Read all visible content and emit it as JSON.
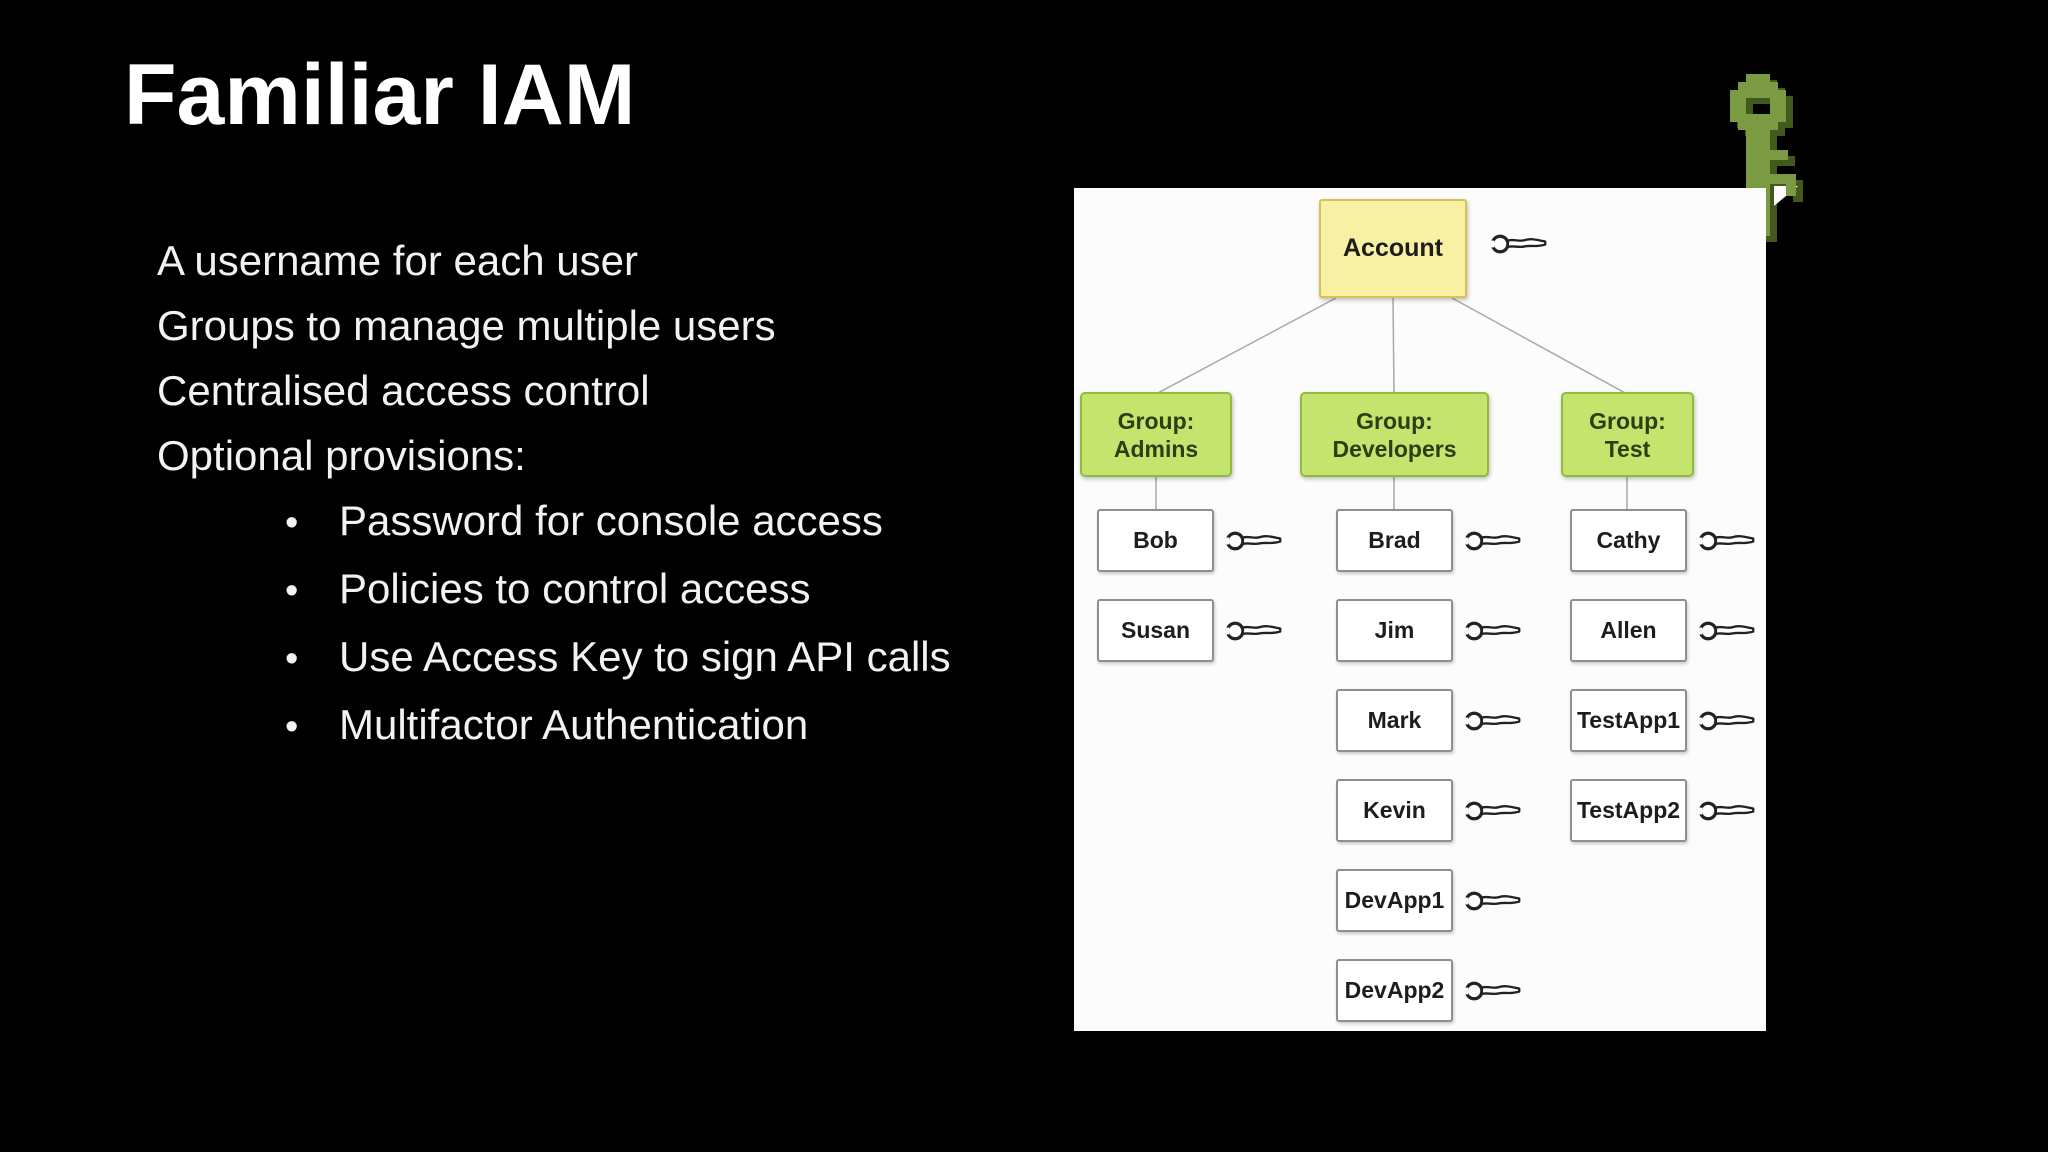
{
  "title": "Familiar IAM",
  "bullets": {
    "bullet_char": "•",
    "main": [
      "A username for each user",
      "Groups to manage multiple users",
      "Centralised access control",
      "Optional provisions:"
    ],
    "sub": [
      "Password for console access",
      "Policies to control access",
      "Use Access Key to sign API calls",
      "Multifactor Authentication"
    ]
  },
  "logo": {
    "name": "iam-pixel-key",
    "light_color": "#7a9b41",
    "dark_color": "#42591e"
  },
  "diagram": {
    "account": "Account",
    "groups": [
      {
        "line1": "Group:",
        "line2": "Admins"
      },
      {
        "line1": "Group:",
        "line2": "Developers"
      },
      {
        "line1": "Group:",
        "line2": "Test"
      }
    ],
    "columns": [
      {
        "members": [
          "Bob",
          "Susan"
        ]
      },
      {
        "members": [
          "Brad",
          "Jim",
          "Mark",
          "Kevin",
          "DevApp1",
          "DevApp2"
        ]
      },
      {
        "members": [
          "Cathy",
          "Allen",
          "TestApp1",
          "TestApp2"
        ]
      }
    ],
    "colors": {
      "account_fill": "#f8f0a2",
      "account_border": "#d6c258",
      "group_fill": "#c4e46e",
      "group_border": "#8fbc3f",
      "user_fill": "#ffffff",
      "user_border": "#8f8f8f",
      "line": "#a8a8a8",
      "panel_bg": "#fcfcfc"
    }
  }
}
